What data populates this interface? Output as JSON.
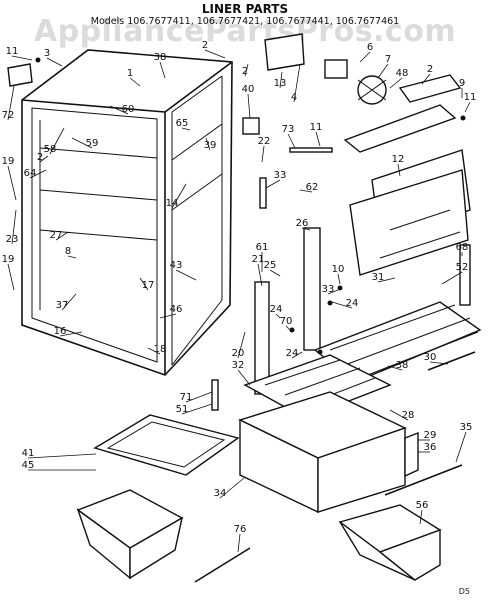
{
  "watermark": "AppliancePartsPros.com",
  "title": "LINER PARTS",
  "models": "Models 106.7677411, 106.7677421, 106.7677441, 106.7677461",
  "page_no": "D5",
  "callouts": [
    "11",
    "3",
    "1",
    "38",
    "2",
    "2",
    "6",
    "7",
    "48",
    "2",
    "9",
    "11",
    "72",
    "60",
    "40",
    "13",
    "4",
    "59",
    "65",
    "39",
    "73",
    "11",
    "58",
    "22",
    "2",
    "12",
    "19",
    "64",
    "14",
    "33",
    "62",
    "23",
    "27",
    "8",
    "26",
    "61",
    "21",
    "43",
    "25",
    "10",
    "31",
    "68",
    "52",
    "19",
    "17",
    "37",
    "33",
    "24",
    "24",
    "70",
    "46",
    "16",
    "18",
    "20",
    "24",
    "30",
    "38",
    "32",
    "71",
    "51",
    "28",
    "41",
    "45",
    "29",
    "36",
    "35",
    "34",
    "56",
    "76"
  ]
}
